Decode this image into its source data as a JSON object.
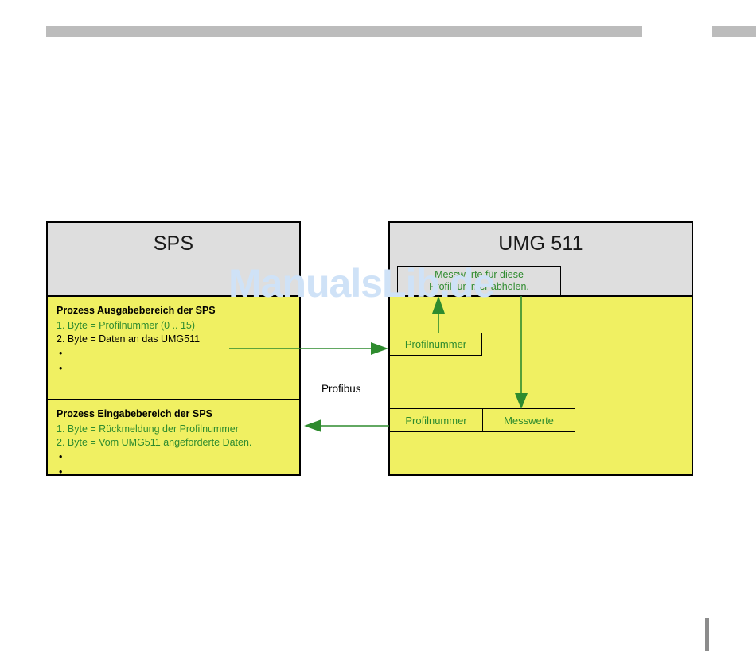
{
  "page": {
    "watermark": "ManualsLib.de",
    "background_color": "#ffffff",
    "bar_color": "#bcbcbc",
    "bottom_marker_color": "#8c8c8c"
  },
  "diagram": {
    "accent_green": "#2e8b2e",
    "fill_yellow": "#f0f062",
    "fill_gray": "#dedede",
    "bus_label": "Profibus",
    "sps": {
      "title": "SPS",
      "output_area": {
        "heading": "Prozess Ausgabebereich der SPS",
        "lines": [
          {
            "text": "1. Byte = Profilnummer  (0 .. 15)",
            "color": "green"
          },
          {
            "text": "2. Byte = Daten an das UMG511",
            "color": "black"
          }
        ],
        "bullets": [
          "•",
          "•"
        ]
      },
      "input_area": {
        "heading": "Prozess Eingabebereich der SPS",
        "lines": [
          {
            "text": "1. Byte = Rückmeldung der Profilnummer",
            "color": "green"
          },
          {
            "text": "2. Byte = Vom UMG511 angeforderte Daten.",
            "color": "green"
          }
        ],
        "bullets": [
          "•",
          "•"
        ]
      }
    },
    "umg": {
      "title": "UMG 511",
      "callout": {
        "line1": "Messwerte für diese",
        "line2": "Profilnummer abholen."
      },
      "boxes": {
        "profile_number_top": "Profilnummer",
        "profile_number_bottom": "Profilnummer",
        "measured_values": "Messwerte"
      }
    }
  }
}
